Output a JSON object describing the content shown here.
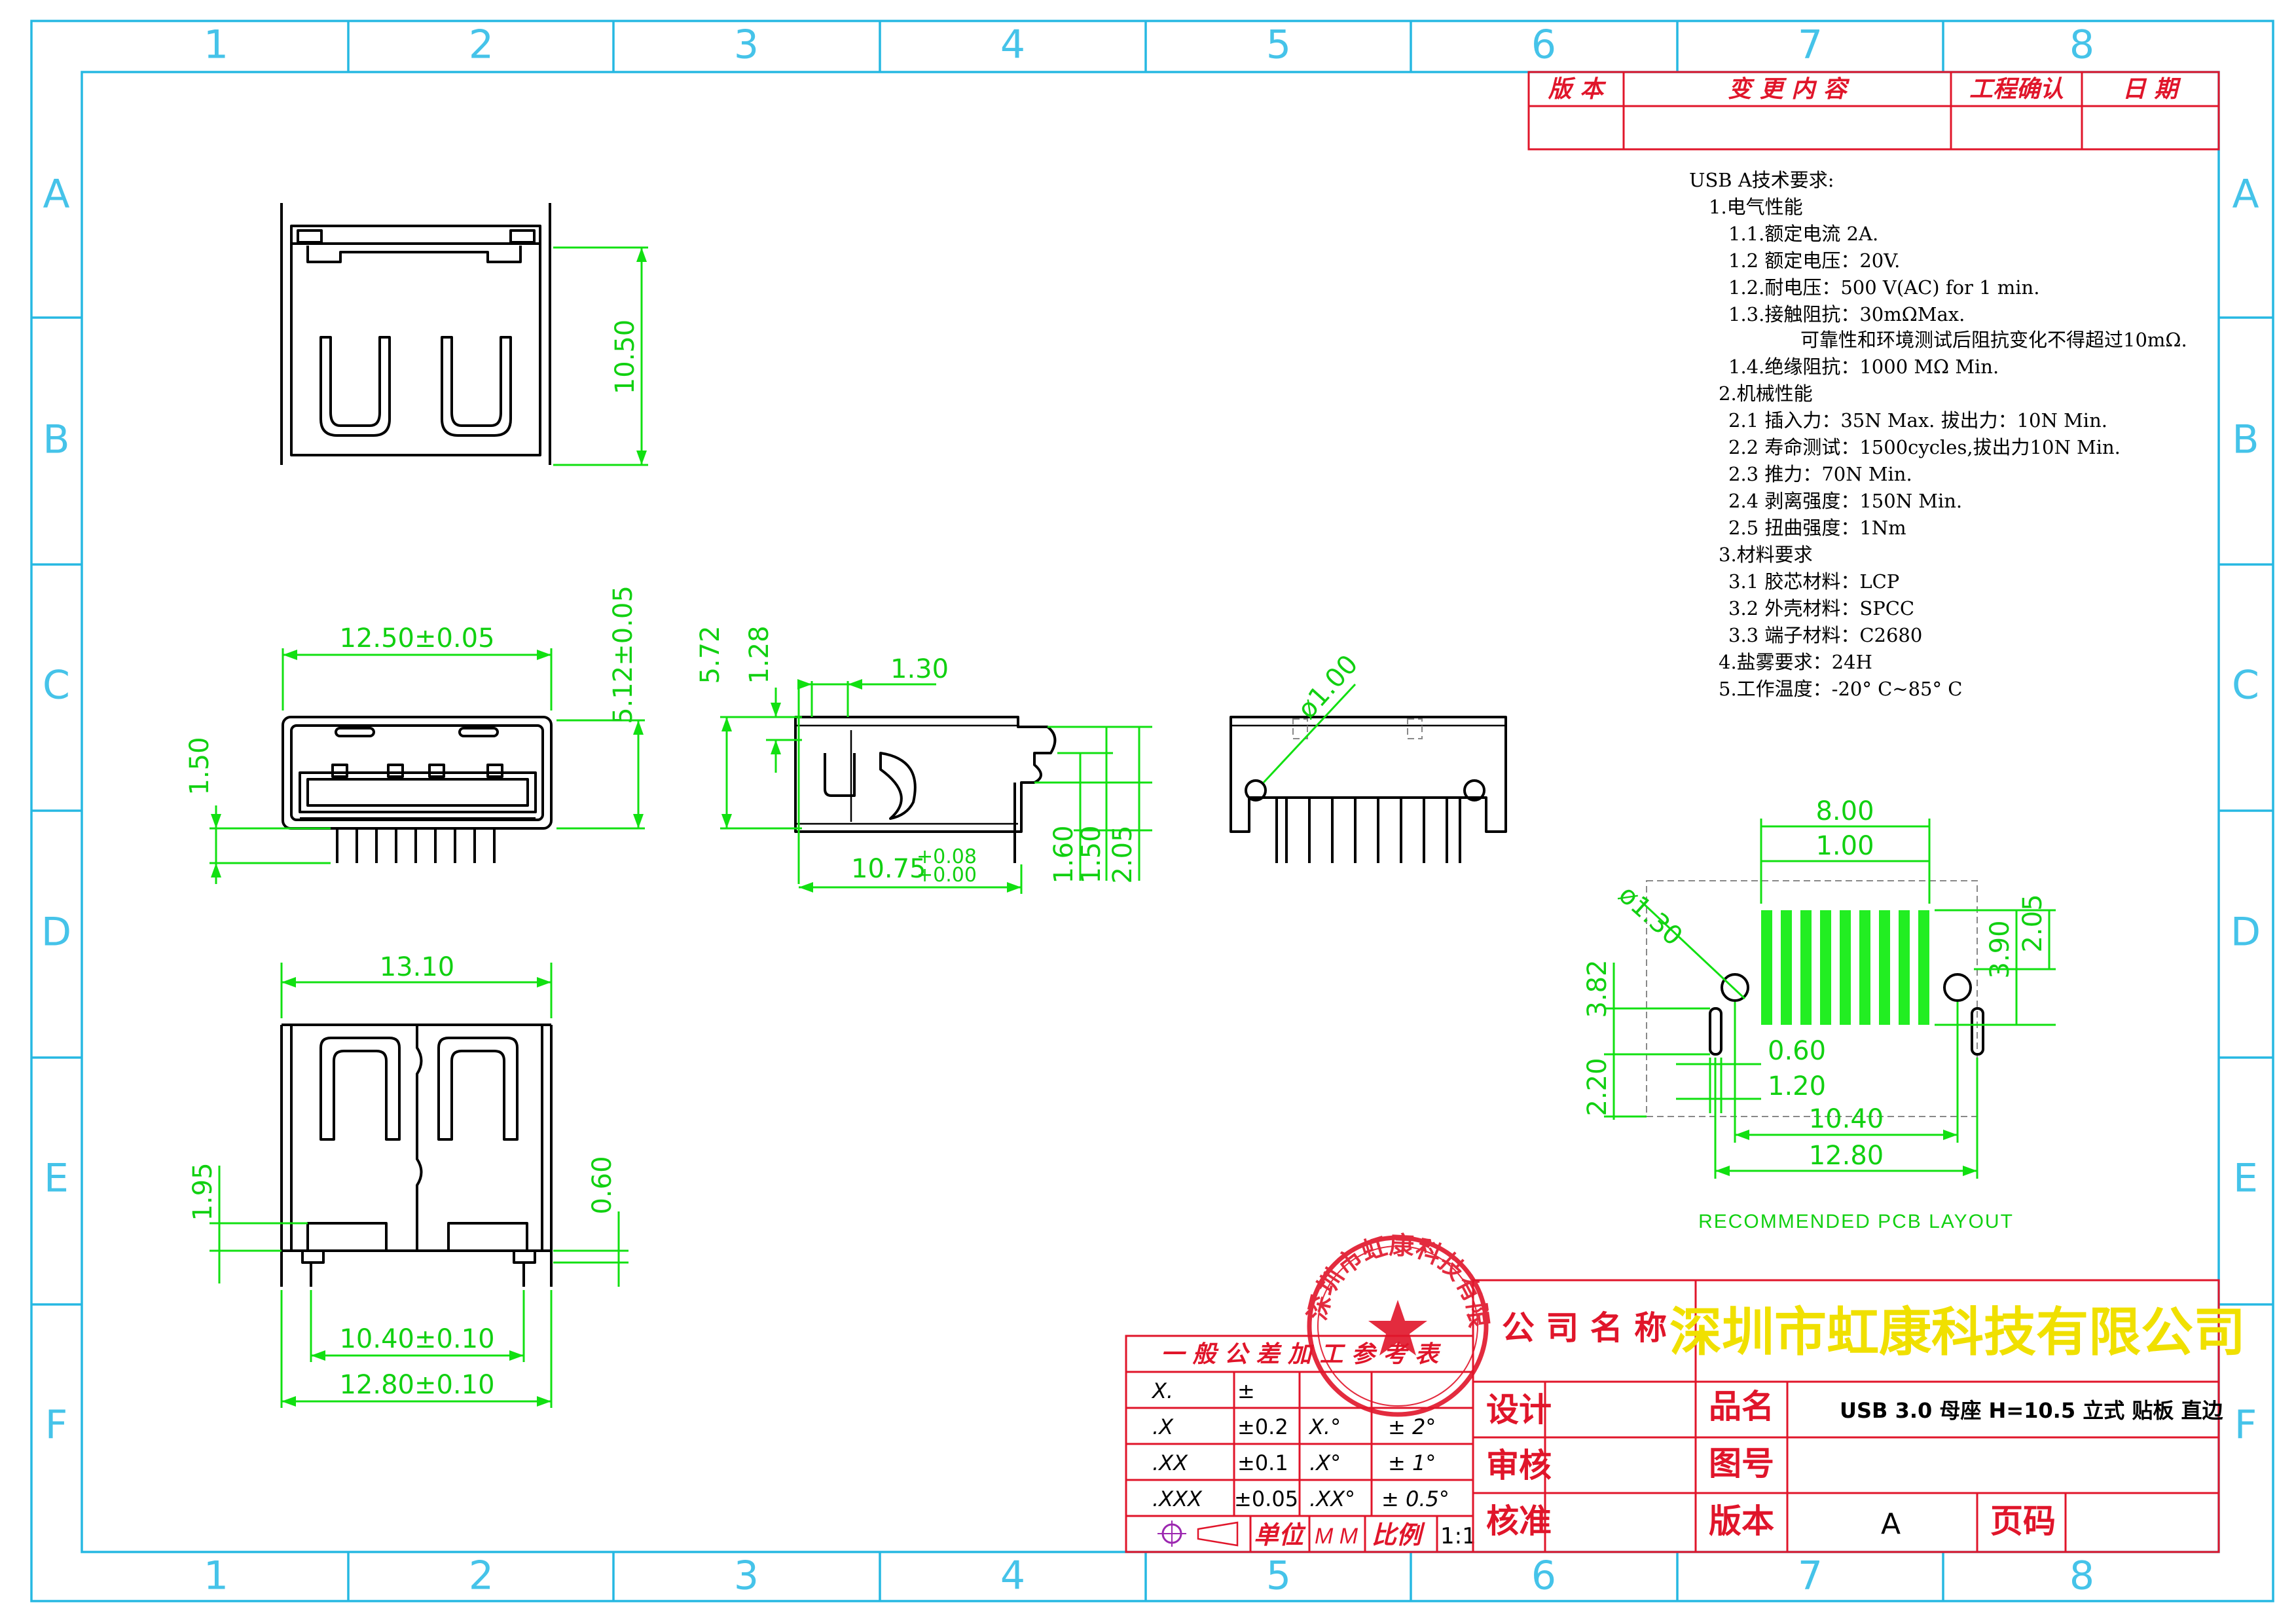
{
  "zones": {
    "columns": [
      "1",
      "2",
      "3",
      "4",
      "5",
      "6",
      "7",
      "8"
    ],
    "rows": [
      "A",
      "B",
      "C",
      "D",
      "E",
      "F"
    ]
  },
  "revision_table": {
    "headers": [
      "版 本",
      "变 更 内 容",
      "工程确认",
      "日 期"
    ]
  },
  "spec": {
    "title": "USB A技术要求:",
    "lines": [
      "1.电气性能",
      "1.1.额定电流 2A.",
      "1.2 额定电压：20V.",
      "1.2.耐电压：500 V(AC) for 1 min.",
      "1.3.接触阻抗：30mΩMax.",
      "可靠性和环境测试后阻抗变化不得超过10mΩ.",
      "1.4.绝缘阻抗：1000 MΩ Min.",
      "2.机械性能",
      "2.1 插入力：35N Max. 拔出力：10N Min.",
      "2.2 寿命测试：1500cycles,拔出力10N Min.",
      "2.3 推力：70N Min.",
      "2.4 剥离强度：150N Min.",
      "2.5 扭曲强度：1Nm",
      "3.材料要求",
      "3.1 胶芯材料：LCP",
      "3.2 外壳材料：SPCC",
      "3.3 端子材料：C2680",
      "4.盐雾要求：24H",
      "5.工作温度：-20° C~85° C"
    ]
  },
  "dimensions": {
    "top_height": "10.50",
    "front_width": "12.50±0.05",
    "front_height": "5.12±0.05",
    "front_pin": "1.50",
    "side_572": "5.72",
    "side_128": "1.28",
    "side_130": "1.30",
    "side_1075": "10.75",
    "side_1075_tol_up": "+0.08",
    "side_1075_tol_dn": "+0.00",
    "side_160": "1.60",
    "side_150": "1.50",
    "side_205": "2.05",
    "back_hole": "ø1.00",
    "bottom_width": "13.10",
    "bottom_195": "1.95",
    "bottom_060": "0.60",
    "bottom_1040": "10.40±0.10",
    "bottom_1280": "12.80±0.10",
    "pcb_800": "8.00",
    "pcb_100": "1.00",
    "pcb_hole": "ø1.30",
    "pcb_390": "3.90",
    "pcb_205": "2.05",
    "pcb_382": "3.82",
    "pcb_060": "0.60",
    "pcb_120": "1.20",
    "pcb_220": "2.20",
    "pcb_1040": "10.40",
    "pcb_1280": "12.80"
  },
  "pcb_caption": "RECOMMENDED PCB LAYOUT",
  "tolerance_table": {
    "title": "一 般 公 差 加 工 参 考 表",
    "rows": [
      {
        "a": "X.",
        "b": "±",
        "c": "",
        "d": ""
      },
      {
        "a": ".X",
        "b": "±0.2",
        "c": "X.°",
        "d": "± 2°"
      },
      {
        "a": ".XX",
        "b": "±0.1",
        "c": ".X°",
        "d": "± 1°"
      },
      {
        "a": ".XXX",
        "b": "±0.05",
        "c": ".XX°",
        "d": "± 0.5°"
      }
    ],
    "unit_label": "单位",
    "unit_value": "M M",
    "scale_label": "比例",
    "scale_value": "1:1"
  },
  "title_block": {
    "company_label": "公 司 名 称",
    "company_name": "深圳市虹康科技有限公司",
    "design_label": "设计",
    "review_label": "审核",
    "approve_label": "核准",
    "product_label": "品名",
    "product_value": "USB 3.0 母座 H=10.5 立式 贴板 直边",
    "drawing_label": "图号",
    "drawing_value": "",
    "version_label": "版本",
    "version_value": "A",
    "page_label": "页码",
    "page_value": ""
  },
  "stamp": {
    "text": "深圳市虹康科技有限公司"
  },
  "colors": {
    "frame": "#26b8e2",
    "dimension": "#11e011",
    "title_red": "#e0152a",
    "company_yellow": "#f0e000",
    "pcb_pad": "#22ee22"
  }
}
